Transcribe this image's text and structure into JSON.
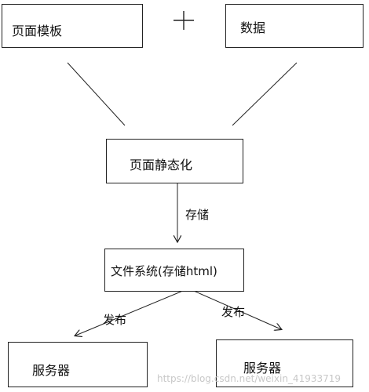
{
  "diagram": {
    "nodes": {
      "page_template": "页面模板",
      "data": "数据",
      "page_static": "页面静态化",
      "file_system": "文件系统(存储html)",
      "server_left": "服务器",
      "server_right": "服务器"
    },
    "plus_symbol": "+",
    "edges": {
      "store": "存储",
      "publish_left": "发布",
      "publish_right": "发布"
    },
    "colors": {
      "line": "#222222",
      "background": "#ffffff"
    }
  },
  "watermark": "https://blog.csdn.net/weixin_41933719"
}
